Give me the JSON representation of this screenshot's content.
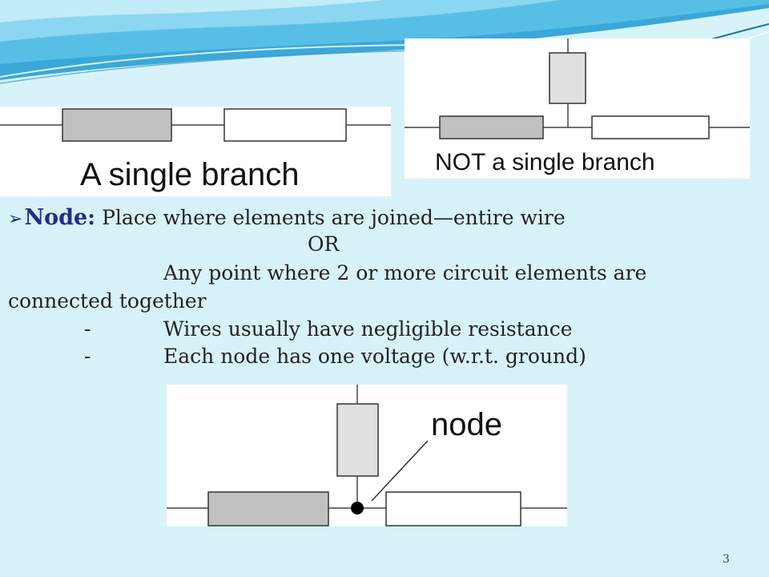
{
  "diagrams": {
    "single_branch_caption": "A single branch",
    "not_single_branch_caption": "NOT a single branch",
    "node_caption": "node"
  },
  "definition": {
    "term": "Node:",
    "text": " Place where elements are joined—entire wire",
    "or_word": "OR",
    "alt_line1": "Any point where 2 or more circuit elements are",
    "alt_line2": "connected together",
    "notes": [
      {
        "dash": "-",
        "text": "Wires usually have negligible resistance"
      },
      {
        "dash": "-",
        "text": "Each node has one voltage (w.r.t. ground)"
      }
    ]
  },
  "page_number": "3",
  "colors": {
    "background": "#d7f3f9",
    "term_color": "#1c2f8a",
    "resistor_gray": "#c0c0c0",
    "resistor_light": "#e0e0e0"
  }
}
